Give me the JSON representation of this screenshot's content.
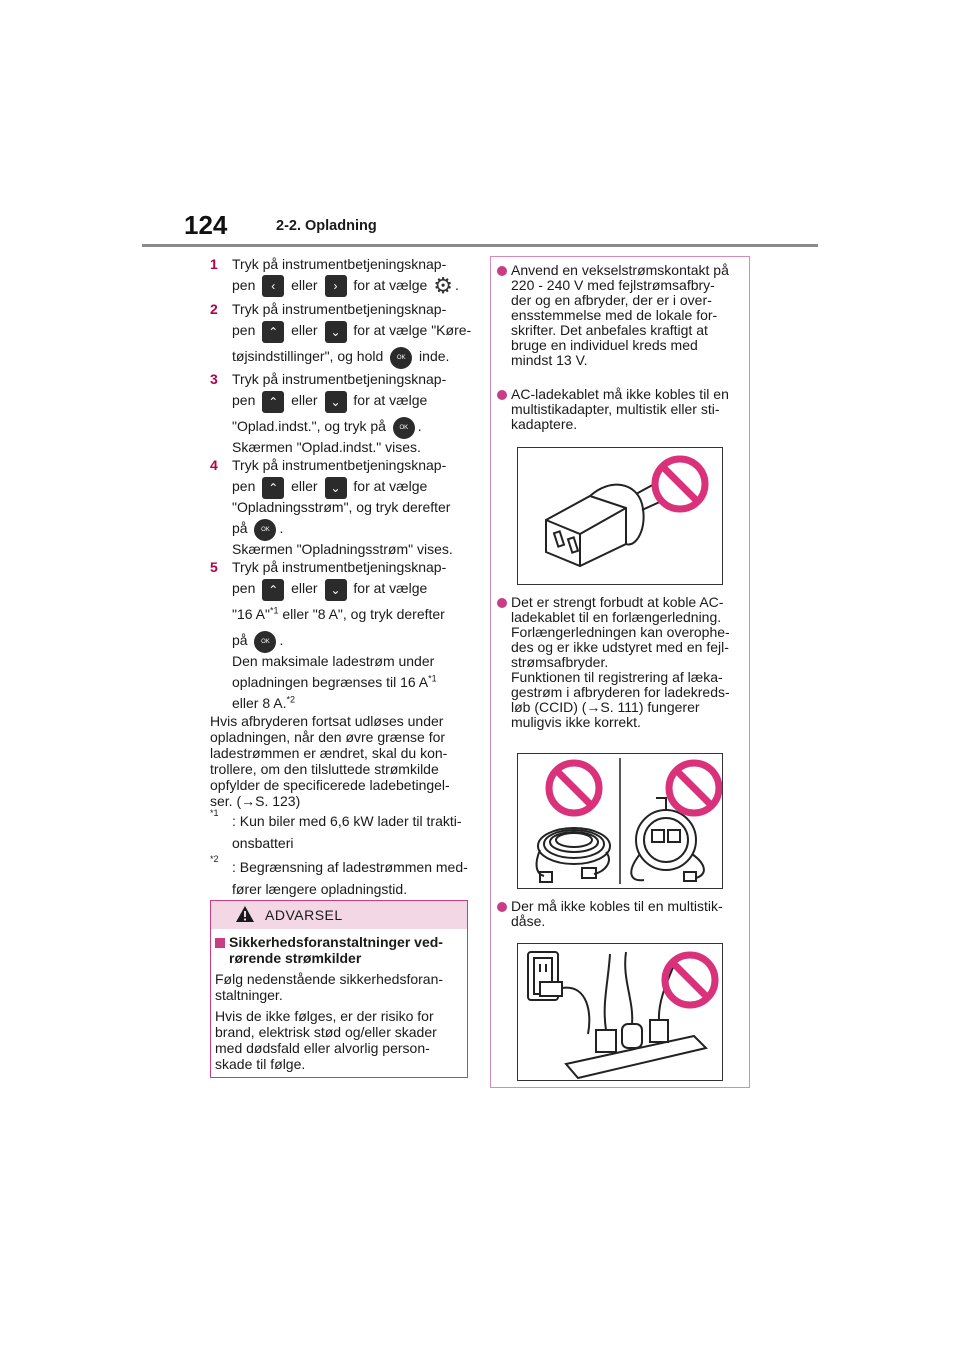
{
  "header": {
    "page_number": "124",
    "section": "2-2. Opladning"
  },
  "steps": [
    {
      "num": "1",
      "line1": "Tryk på instrumentbetjeningsknap-",
      "pen": "pen",
      "eller": "eller",
      "for_at": "for at vælge",
      "end": "."
    },
    {
      "num": "2",
      "line1": "Tryk på instrumentbetjeningsknap-",
      "pen": "pen",
      "eller": "eller",
      "for_at": "for at vælge \"Køre-",
      "line3a": "tøjsindstillinger\", og hold",
      "line3b": "inde."
    },
    {
      "num": "3",
      "line1": "Tryk på instrumentbetjeningsknap-",
      "pen": "pen",
      "eller": "eller",
      "for_at": "for at vælge",
      "line3a": "\"Oplad.indst.\", og tryk på",
      "line3b": ".",
      "line4": "Skærmen \"Oplad.indst.\" vises."
    },
    {
      "num": "4",
      "line1": "Tryk på instrumentbetjeningsknap-",
      "pen": "pen",
      "eller": "eller",
      "for_at": "for at vælge",
      "line3": "\"Opladningsstrøm\", og tryk derefter",
      "line4a": "på",
      "line4b": ".",
      "line5": "Skærmen \"Opladningsstrøm\" vises."
    },
    {
      "num": "5",
      "line1": "Tryk på instrumentbetjeningsknap-",
      "pen": "pen",
      "eller": "eller",
      "for_at": "for at vælge",
      "line3a": "\"16 A\"",
      "sup1": "*1",
      "line3b": "eller \"8 A\", og tryk derefter",
      "line4a": "på",
      "line4b": ".",
      "line5": "Den maksimale ladestrøm under",
      "line6": "opladningen begrænses til 16 A",
      "sup2": "*1",
      "line7": "eller 8 A.",
      "sup3": "*2"
    }
  ],
  "paragraph": [
    "Hvis afbryderen fortsat udløses under",
    "opladningen, når den øvre grænse for",
    "ladestrømmen er ændret, skal du kon-",
    "trollere, om den tilsluttede strømkilde",
    "opfylder de specificerede ladebetingel-",
    "ser. (→S. 123)"
  ],
  "notes": [
    {
      "mark": "*1",
      "text1": ": Kun biler med 6,6 kW lader til trakti-",
      "text2": "onsbatteri"
    },
    {
      "mark": "*2",
      "text1": ": Begrænsning af ladestrømmen med-",
      "text2": "fører længere opladningstid."
    }
  ],
  "buttons": {
    "ok": "OK",
    "left": "‹",
    "right": "›",
    "up": "⌃",
    "down": "⌄",
    "gear": "⚙"
  },
  "warning": {
    "title": "ADVARSEL",
    "heading": [
      "Sikkerhedsforanstaltninger ved-",
      "rørende strømkilder"
    ],
    "p1": [
      "Følg nedenstående sikkerhedsforan-",
      "staltninger."
    ],
    "p2": [
      "Hvis de ikke følges, er der risiko for",
      "brand, elektrisk stød og/eller skader",
      "med dødsfald eller alvorlig person-",
      "skade til følge."
    ]
  },
  "bullets": [
    [
      "Anvend en vekselstrømskontakt på",
      "220 - 240 V med fejlstrømsafbry-",
      "der og en afbryder, der er i over-",
      "ensstemmelse med de lokale for-",
      "skrifter. Det anbefales kraftigt at",
      "bruge en individuel kreds med",
      "mindst 13 V."
    ],
    [
      "AC-ladekablet må ikke kobles til en",
      "multistikadapter, multistik eller sti-",
      "kadaptere."
    ],
    [
      "Det er strengt forbudt at koble AC-",
      "ladekablet til en forlængerledning.",
      "Forlængerledningen kan overophe-",
      "des og er ikke udstyret med en fejl-",
      "strømsafbryder.",
      "Funktionen til registrering af læka-",
      "gestrøm i afbryderen for ladekreds-",
      "løb (CCID) (→S. 111) fungerer",
      "muligvis ikke korrekt."
    ],
    [
      "Der må ikke kobles til en multistik-",
      "dåse."
    ]
  ],
  "colors": {
    "accent": "#c93d84",
    "warning_bg": "#f4d7e5",
    "prohibit": "#d9317a"
  }
}
